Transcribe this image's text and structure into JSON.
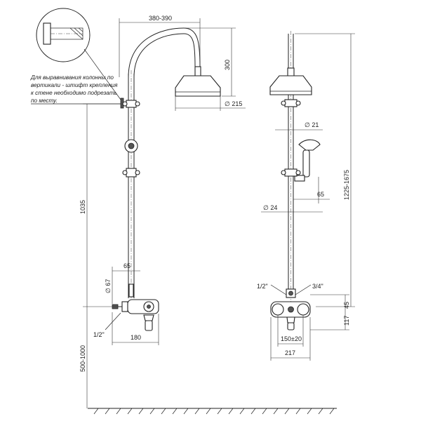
{
  "note": {
    "lines": [
      "Для выравнивания колонны по",
      "вертикали - штифт крепления",
      "к стене необходимо подрезать",
      "по месту."
    ]
  },
  "dims": {
    "reach": "380-390",
    "head_height": "300",
    "head_diameter": "∅ 215",
    "column_height": "1225-1675",
    "pipe_upper": "∅ 21",
    "offset_upper": "65",
    "pipe_lower": "∅ 24",
    "mixer_to_head": "1035",
    "offset_side": "65",
    "escutcheon": "∅ 67",
    "thread_left": "1/2\"",
    "mixer_depth": "180",
    "mount_height": "500-1000",
    "thread_front_in": "1/2\"",
    "thread_front_out": "3/4\"",
    "mixer_offset": "45",
    "mixer_height": "117",
    "centers": "150±20",
    "mixer_width": "217"
  }
}
